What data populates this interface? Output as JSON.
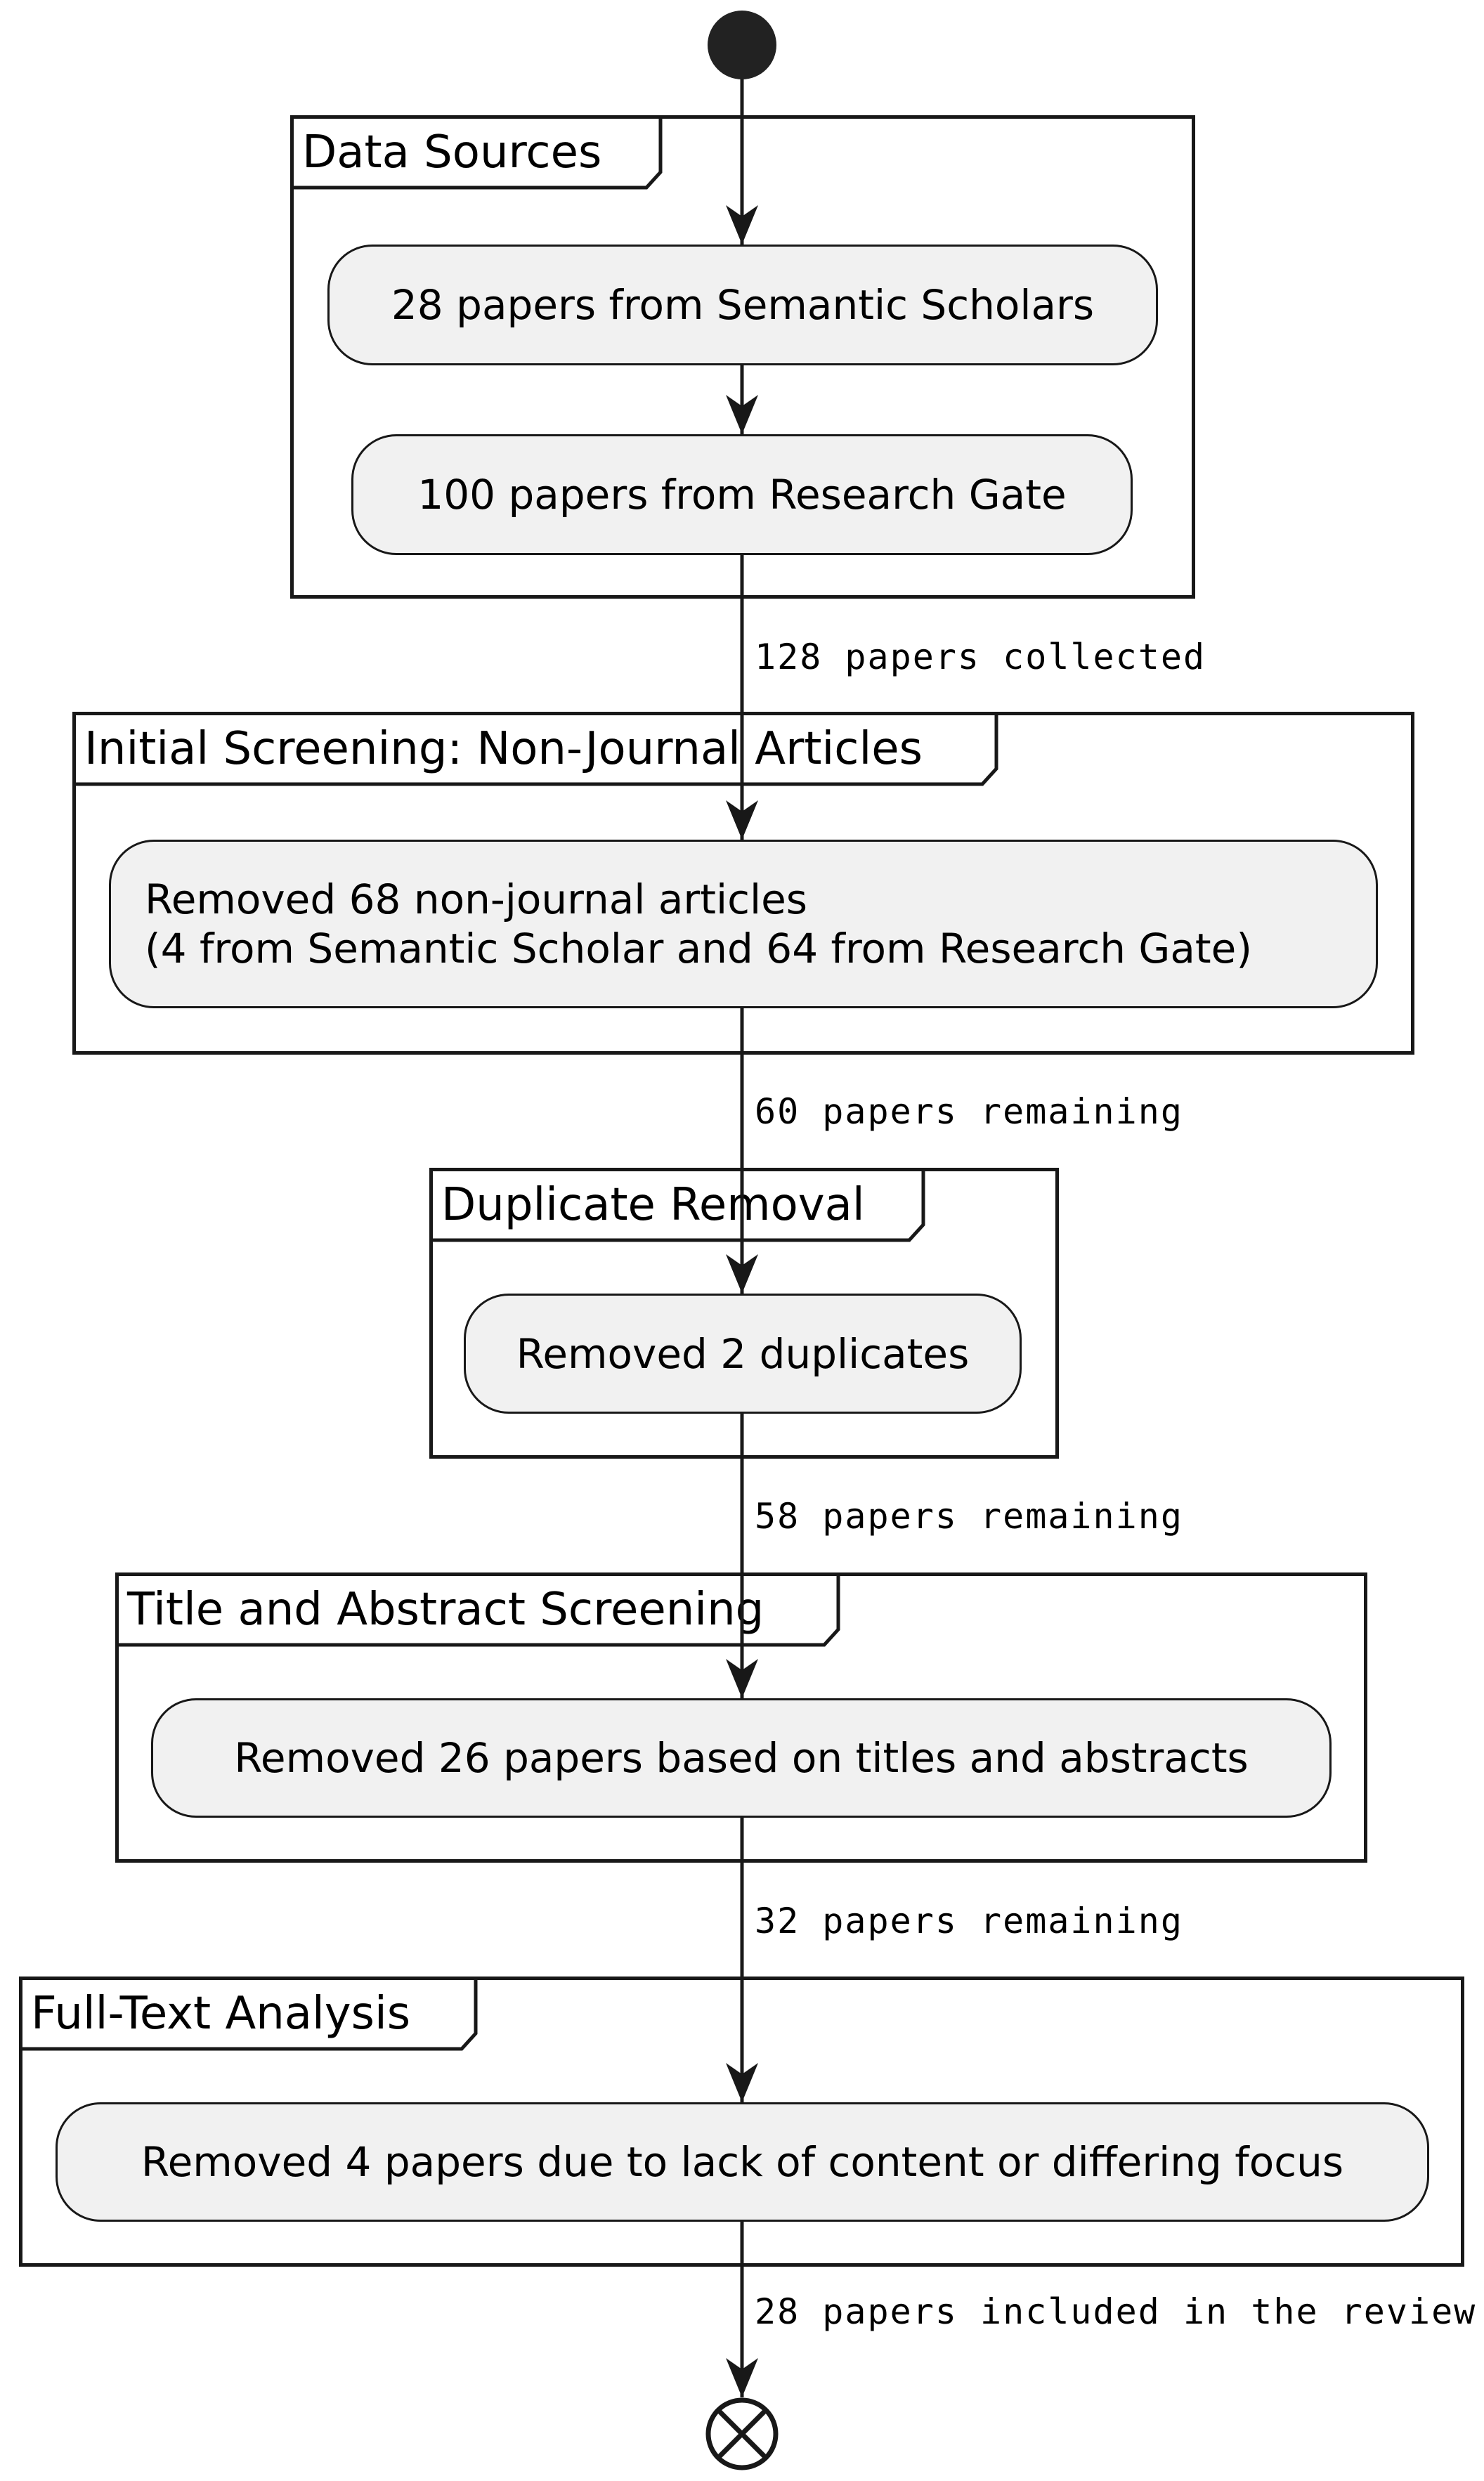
{
  "partitions": {
    "data_sources": "Data Sources",
    "initial_screening": "Initial Screening: Non-Journal Articles",
    "duplicate_removal": "Duplicate Removal",
    "title_abstract": "Title and Abstract Screening",
    "full_text": "Full-Text Analysis"
  },
  "activities": {
    "semantic_scholars": "28 papers from Semantic Scholars",
    "research_gate": "100 papers from Research Gate",
    "non_journal": "Removed 68 non-journal articles\n(4 from Semantic Scholar and 64 from Research Gate)",
    "duplicates": "Removed 2 duplicates",
    "titles_abstracts": "Removed 26 papers based on titles and abstracts",
    "full_text": "Removed 4 papers due to lack of content or differing focus"
  },
  "edges": {
    "collected": "128 papers collected",
    "remaining_60": "60 papers remaining",
    "remaining_58": "58 papers remaining",
    "remaining_32": "32 papers remaining",
    "included": "28 papers included in the review"
  },
  "colors": {
    "line": "#181818",
    "node_fill": "#f1f1f1",
    "background": "#ffffff"
  }
}
